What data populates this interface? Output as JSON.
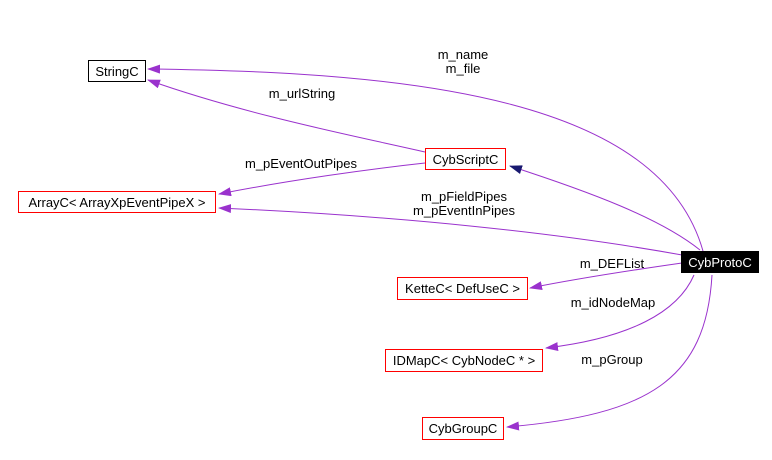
{
  "diagram": {
    "kind": "class-collaboration-graph",
    "colors": {
      "usage_edge": "#9a32cd",
      "inheritance_edge": "#191970",
      "linked_node_border": "#ff0000",
      "plain_node_border": "#000000",
      "focus_node_bg": "#000000",
      "focus_node_text": "#ffffff",
      "label_text": "#000000",
      "background": "#ffffff"
    },
    "nodes": [
      {
        "id": "StringC",
        "label": "StringC",
        "style": "plain"
      },
      {
        "id": "CybScriptC",
        "label": "CybScriptC",
        "style": "linked"
      },
      {
        "id": "ArrayC",
        "label": "ArrayC< ArrayXpEventPipeX >",
        "style": "linked"
      },
      {
        "id": "KetteC",
        "label": "KetteC< DefUseC >",
        "style": "linked"
      },
      {
        "id": "IDMapC",
        "label": "IDMapC< CybNodeC * >",
        "style": "linked"
      },
      {
        "id": "CybGroupC",
        "label": "CybGroupC",
        "style": "linked"
      },
      {
        "id": "CybProtoC",
        "label": "CybProtoC",
        "style": "focus"
      }
    ],
    "edges": [
      {
        "from": "CybProtoC",
        "to": "StringC",
        "type": "usage",
        "label_lines": [
          "m_name",
          "m_file"
        ]
      },
      {
        "from": "CybScriptC",
        "to": "StringC",
        "type": "usage",
        "label_lines": [
          "m_urlString"
        ]
      },
      {
        "from": "CybScriptC",
        "to": "ArrayC",
        "type": "usage",
        "label_lines": [
          "m_pEventOutPipes"
        ]
      },
      {
        "from": "CybProtoC",
        "to": "ArrayC",
        "type": "usage",
        "label_lines": [
          "m_pFieldPipes",
          "m_pEventInPipes"
        ]
      },
      {
        "from": "CybProtoC",
        "to": "KetteC",
        "type": "usage",
        "label_lines": [
          "m_DEFList"
        ]
      },
      {
        "from": "CybProtoC",
        "to": "IDMapC",
        "type": "usage",
        "label_lines": [
          "m_idNodeMap"
        ]
      },
      {
        "from": "CybProtoC",
        "to": "CybGroupC",
        "type": "usage",
        "label_lines": [
          "m_pGroup"
        ]
      },
      {
        "from": "CybProtoC",
        "to": "CybScriptC",
        "type": "inheritance",
        "label_lines": []
      }
    ]
  }
}
